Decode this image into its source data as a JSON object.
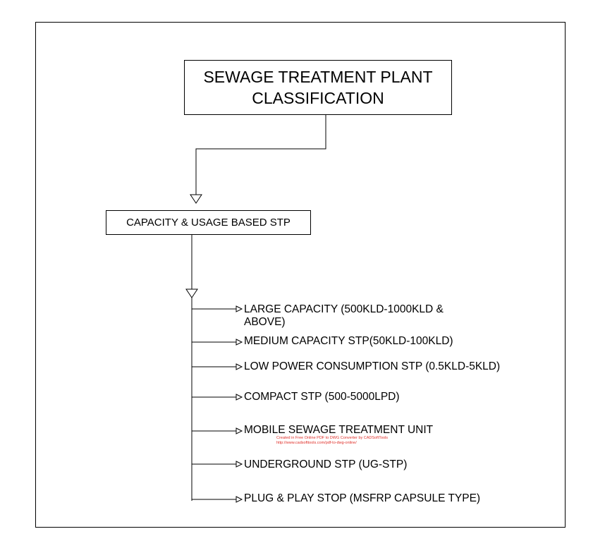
{
  "diagram": {
    "title_lines": [
      "SEWAGE TREATMENT PLANT",
      "CLASSIFICATION"
    ],
    "level1": "CAPACITY & USAGE BASED STP",
    "items": [
      [
        "LARGE CAPACITY (500KLD-1000KLD &",
        "ABOVE)"
      ],
      [
        "MEDIUM CAPACITY STP(50KLD-100KLD)"
      ],
      [
        "LOW POWER CONSUMPTION STP (0.5KLD-5KLD)"
      ],
      [
        "COMPACT STP (500-5000LPD)"
      ],
      [
        "MOBILE SEWAGE TREATMENT UNIT"
      ],
      [
        "UNDERGROUND STP (UG-STP)"
      ],
      [
        "PLUG & PLAY STOP (MSFRP CAPSULE TYPE)"
      ]
    ],
    "watermark": [
      "Created in Free Online PDF to DWG Converter by CADSoftTools",
      "http://www.cadsofttools.com/pdf-to-dwg-online/"
    ]
  },
  "colors": {
    "line": "#000000",
    "watermark": "#e0302a"
  }
}
